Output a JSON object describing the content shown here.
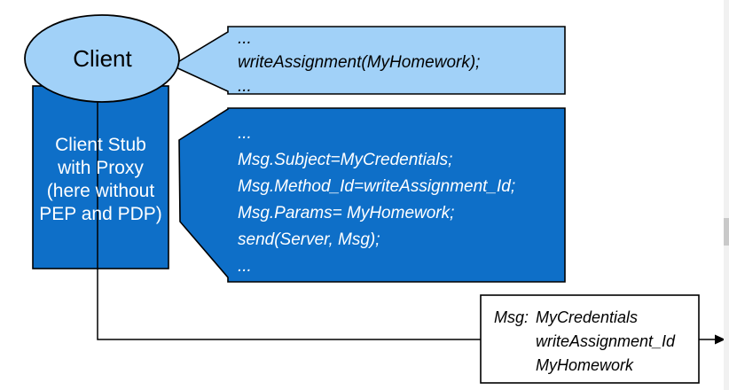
{
  "colors": {
    "light_blue": "#A1D1F8",
    "dark_blue": "#0E6FC8",
    "outline": "#000000",
    "scrollbar_track": "#F1F1F1",
    "scrollbar_thumb": "#C9C9C9"
  },
  "client": {
    "label": "Client"
  },
  "client_stub": {
    "lines": [
      "Client Stub",
      "with Proxy",
      "(here without",
      "PEP and PDP)"
    ]
  },
  "request_callout": {
    "lines": [
      "...",
      "writeAssignment(MyHomework);",
      "..."
    ]
  },
  "marshal_callout": {
    "lines": [
      "...",
      "Msg.Subject=MyCredentials;",
      "Msg.Method_Id=writeAssignment_Id;",
      "Msg.Params= MyHomework;",
      "send(Server, Msg);",
      "..."
    ]
  },
  "message_box": {
    "label": "Msg:",
    "values": [
      "MyCredentials",
      "writeAssignment_Id",
      "MyHomework"
    ]
  }
}
